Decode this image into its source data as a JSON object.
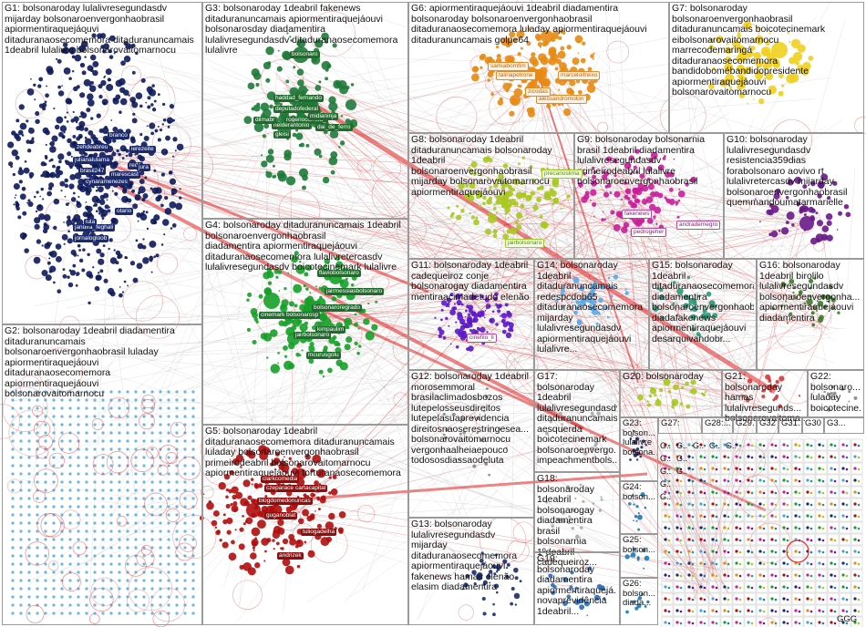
{
  "groups": [
    {
      "id": "G1",
      "text": "G1: bolsonaroday lulalivresegundasdv\nmijarday bolsonaroenvergonhaobrasil\napiormentiraquejáouvi\nditaduranaosecomemora ditaduranuncamais\n1deabril lulalivre bolsonarovaitomarnocu",
      "color": "#0d1a5a"
    },
    {
      "id": "G2",
      "text": "G2: bolsonaroday 1deabril diadamentira\nditaduranuncamais\nbolsonaroenvergonhaobrasil luladay\napiormentiraquejáouvi\nditaduranaosecomemora\napiormentiraquejáouvi\nbolsonarovaitomarnocu",
      "color": "#4aa3d8"
    },
    {
      "id": "G3",
      "text": "G3: bolsonaroday 1deabril fakenews\nditaduranuncamais apiormentiraquejáouvi\nbolsonarosday diadamentira\nlulalivresegundasdv ditaduranaosecomemora\nlulalivre",
      "color": "#1e7a3a"
    },
    {
      "id": "G4",
      "text": "G4: bolsonaroday ditaduranuncamais 1deabril\nbolsonaroenvergonhaobrasil\ndiadamentira apiormentiraquejáouvi\nditaduranaosecomemora lulalivretercasdv\nlulalivresegundasdv boicotecinemark lulalivre",
      "color": "#16a028"
    },
    {
      "id": "G5",
      "text": "G5: bolsonaroday 1deabril\nditaduranaosecomemora ditaduranuncamais\nluladay bolsonaroenvergonhaobrasil\nprimeirodeabril bolsonarovaitomarnocu\napiormentiraquejáouvi torturanaosecomemora",
      "color": "#b00d0d"
    },
    {
      "id": "G6",
      "text": "G6: apiormentiraquejáouvi 1deabril diadamentira\nbolsonaroday bolsonaroenvergonhaobrasil\nditaduranaosecomemora luladay apiormentiraquejáouvi\nditaduranuncamais golpe64",
      "color": "#e88a12"
    },
    {
      "id": "G7",
      "text": "G7: bolsonaroday\nbolsonaroenvergonhaobrasil\nditaduranuncamais boicotecinemark\neibolsonarovaitomarnocu\nmarrecodemaringá\nditaduranaosecomemora\nbandidobomébandidopresidente\napiormentiraquejáouvi\nbolsonarovaitomarnocu",
      "color": "#f0d020"
    },
    {
      "id": "G8",
      "text": "G8: bolsonaroday 1deabril\nditaduranuncamais bolsonaroday 1deabril\nbolsonaroenvergonhaobrasil\nmijarday bolsonarovaitomarnocu\napiormentiraquejáouvi",
      "color": "#a8c820"
    },
    {
      "id": "G9",
      "text": "G9: bolsonaroday bolsonarnia\nbrasil 1deabril diadamentira\nlulalivresegundasdv\nprimeirodeabril lulalivre\nbolsonaroenvergonhaobrasil",
      "color": "#c81e9a"
    },
    {
      "id": "G10",
      "text": "G10: bolsonaroday\nlulalivresegundasdv\nresistencia359dias\nforabolsonaro aovivo rt\nlulalivretercasdv mijarday\nbolsonaroenvergonhaobrasil\nquemmandoumatarmarielle",
      "color": "#6a1a8a"
    },
    {
      "id": "G11",
      "text": "G11: bolsonaroday 1deabril\ncadequeiroz conje\nbolsonarogay diadamentira\nmentiraacimadetudo elenão",
      "color": "#5a18c8"
    },
    {
      "id": "G12",
      "text": "G12: bolsonaroday 1deabril\nmorosemmoral\nbrasilaclimadosbozos\nlutepelosseusdireitos\nlutepelasuaprevidencia\ndireitosnaoserestringesea...\nbolsonarovaitomarnocu\nvergonhaalheiaepouco\ntodososdiassaodeluta",
      "color": "#888888"
    },
    {
      "id": "G13",
      "text": "G13: bolsonaroday\nlulalivresegundasdv\nmijarday\nditaduranaosecomemora\napiormentiraquejáouvi\nfakenews hamas elenão\nelasim diadamentira",
      "color": "#1a2a6b"
    },
    {
      "id": "G14",
      "text": "G14: bolsonaroday\n1deabril\nditaduranuncamais\nredespcdob65\nditaduranaosecomemora\nmijarday\nlulalivresegundasdv\napiormentiraquejáouvi\nlulalivre...",
      "color": "#5aa8e8"
    },
    {
      "id": "G15",
      "text": "G15: bolsonaroday\n1deabril\nditaduranaosecomemora\ndiadamentira\nbolsonaroenvergonhaobrasil\ndiadafakenews\napiormentiraquejáouvi\ndesarquivandobr...",
      "color": "#2a9a7a"
    },
    {
      "id": "G16",
      "text": "G16: bolsonaroday\n1deabril birolilo\nlulalivresegundasdv\nbolsonaroenvergonha...\napiormentiraquejáouvi\ndiadamentira",
      "color": "#3a7a2a"
    },
    {
      "id": "G17",
      "text": "G17: bolsonaroday\n1deabril\nlulalivresegundasdv\nditaduranuncamais\naesquerda\nboicotecinemark\nbolsonaroenvergo...\nimpeachmentbols...",
      "color": "#aaaaaa"
    },
    {
      "id": "G18",
      "text": "G18: bolsonaroday\n1deabril\nbolsonarogay\ndiadamentira brasil\nbolsonarnia\n1ºdeabril\ncadequeiroz...",
      "color": "#aaaaaa"
    },
    {
      "id": "G19",
      "text": "G19: bolsonaroday\ndiadamentira\napiormentiraquejá...\nnovaprevidência\n1deabril...",
      "color": "#2a6ab8"
    },
    {
      "id": "G20",
      "text": "G20: bolsonaroday",
      "color": "#a8c820"
    },
    {
      "id": "G21",
      "text": "G21: bolsonaroday\nhamas\nlulalivresegunds...\nbolsonarovaitoma...",
      "color": "#d83838"
    },
    {
      "id": "G22",
      "text": "G22:\nbolsonaro...\nluladay\nboicotecine...",
      "color": "#888888"
    },
    {
      "id": "G23",
      "text": "G23:\nbolson...\nlulalivre\nbolsona...",
      "color": "#1a2a6b"
    },
    {
      "id": "G24",
      "text": "G24:\nbolson...",
      "color": "#1a7ab8"
    },
    {
      "id": "G25",
      "text": "G25:\nbolson...",
      "color": "#1a7ab8"
    },
    {
      "id": "G26",
      "text": "G26:\nbolson...\ndiada...",
      "color": "#1a7ab8"
    },
    {
      "id": "G27",
      "text": "G27:",
      "color": "#888888"
    },
    {
      "id": "G28",
      "text": "G28:...",
      "color": "#888888"
    },
    {
      "id": "G29",
      "text": "G29...",
      "color": "#888888"
    },
    {
      "id": "G32",
      "text": "G32...",
      "color": "#888888"
    },
    {
      "id": "G31",
      "text": "G31...",
      "color": "#888888"
    },
    {
      "id": "G30",
      "text": "G30...",
      "color": "#888888"
    },
    {
      "id": "G3x",
      "text": "G3...",
      "color": "#888888"
    }
  ],
  "tiny_labels": [
    "G..",
    "G..",
    "G..",
    "G..",
    "G..",
    "G..",
    "G..",
    "G..",
    "G..",
    "G..",
    "G.."
  ],
  "corner_label": "GGG",
  "vertex_labels": {
    "g1": [
      "branco",
      "zehdeabreu",
      "julianalulama",
      "brasil247",
      "jandira_feghali",
      "jornalogloob",
      "lula",
      "marescast",
      "cynaramenezes",
      "rede",
      "otario",
      "ierezeite",
      "jura"
    ],
    "g3": [
      "haddad_fernando",
      "deputadofederal",
      "rogeriocorreia_",
      "midianinja",
      "helderantonio",
      "dilmabr",
      "dai_de_ferro",
      "gleisi",
      "bolsonaro"
    ],
    "g4": [
      "flaviobolsonaro",
      "cinemark",
      "jairmessiasbolsonaro",
      "bolsonaroregrado",
      "kimpaulim",
      "jairbolsonaro",
      "mcurusgolu",
      "bolsonarosp"
    ],
    "g5": [
      "clarkcomedia",
      "czeparacego",
      "cartacapital",
      "guganoblat",
      "blogdomedonuncas",
      "tuliogadelha",
      "andrizek"
    ],
    "g6": [
      "samiabomfim",
      "taliriapetrone",
      "marceloifreixo",
      "alessandromolon",
      "zicodas"
    ],
    "g8": [
      "jairbolsonaro",
      "precarioslima"
    ],
    "g9": [
      "fakenews",
      "pedrogeher",
      "andrademegro"
    ],
    "g11": [
      "cinefilo_ll"
    ]
  }
}
